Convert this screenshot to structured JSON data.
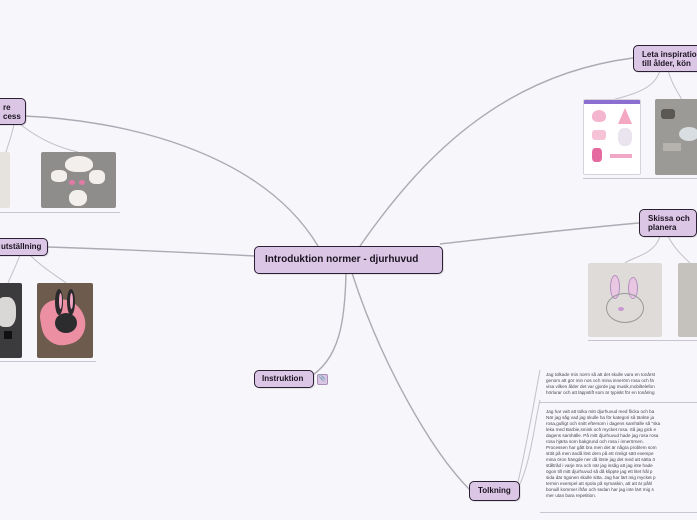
{
  "central": {
    "label": "Introduktion normer - djurhuvud"
  },
  "branches": {
    "inspiration": {
      "label_line1": "Leta inspiratio",
      "label_line2": "till ålder, kön"
    },
    "sketch": {
      "label_line1": "Skissa och",
      "label_line2": "planera"
    },
    "process": {
      "label_line1": "re",
      "label_line2": "cess"
    },
    "exhibition": {
      "label": "utställning"
    },
    "instruction": {
      "label": "Instruktion"
    },
    "interpretation": {
      "label": "Tolkning"
    }
  },
  "interpretation_text": {
    "paragraph1": "Jag tolkade min norm så att det skulle vara en tonårst\ngenom att gör min nos och mina innerörn rosa och fä\nvisa vilken ålder det var gjorde jag musik,mobiltelefon\nhörlurar och att läppstift som är typiskt för en tonåring",
    "paragraph2": "Jag har valt att tolka mitt djurhuvud med flicka och ba\nNär jag såg vad jag skulle ha för kategori så tänkte ja\nrosa,gulligt och snitt eftersom i dagens samhälle så \"ska\nleka med Barbie,smink och mycket rosa. Så jag gick e\ndagens samhälle. På mitt djurhuvud hade jag rosa rosa\nrosa hjärta som bakgrund och rosa i innerörnen.\nProcessen har gått bra men det är några problem som\nstitit på men ändå löst dem på ett rimligt sätt exempe\nmina öron hängde ner då löste jag det med att sätta ö\nståltråd i varje öra och när jag insåg att jag inte hade\nögon till mitt djurhuvud så då klippte jag ett litet hål p\nsida där ögonen skulle sitta. Jag har lärt mig mycket p\ntermin exempel att spola på symaskin, att att är påhl\nbonuill kommer ifrån och sedan har jag inte lärt mig s\nmer utan bara repetition."
  },
  "colors": {
    "node_fill": "#dcc6e6",
    "node_border": "#2b1f33",
    "connector": "#a9a6ad",
    "background": "#f7f6fb"
  }
}
